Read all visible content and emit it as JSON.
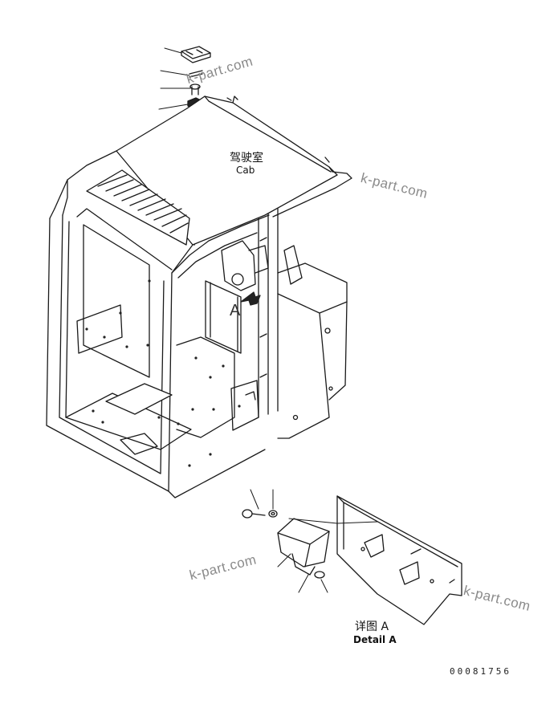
{
  "labels": {
    "cab_cn": "驾驶室",
    "cab_en": "Cab",
    "callout": "A",
    "detail_cn": "详图 A",
    "detail_en": "Detail A"
  },
  "watermarks": [
    "k-part.com",
    "k-part.com",
    "k-part.com",
    "k-part.com"
  ],
  "drawing_code": "00081756"
}
